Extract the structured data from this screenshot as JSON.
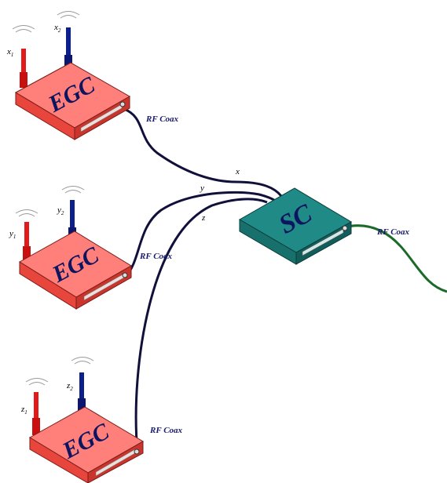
{
  "colors": {
    "egc_top": "#ff7f7a",
    "egc_side": "#e8453c",
    "sc_top": "#1f8a86",
    "sc_side": "#17706c",
    "antenna_red": "#e21a1a",
    "antenna_blue": "#0d1f8a",
    "cable_dark": "#10103a",
    "cable_green": "#1a6b2a",
    "label_text": "#0d1560"
  },
  "devices": {
    "egc_top": {
      "label": "EGC",
      "coax_label": "RF Coax",
      "antenna1": "x",
      "antenna1_sub": "1",
      "antenna2": "x",
      "antenna2_sub": "2"
    },
    "egc_mid": {
      "label": "EGC",
      "coax_label": "RF Coax",
      "antenna1": "y",
      "antenna1_sub": "1",
      "antenna2": "y",
      "antenna2_sub": "2"
    },
    "egc_bot": {
      "label": "EGC",
      "coax_label": "RF Coax",
      "antenna1": "z",
      "antenna1_sub": "1",
      "antenna2": "z",
      "antenna2_sub": "2"
    },
    "sc": {
      "label": "SC",
      "coax_label": "RF Coax"
    }
  },
  "signals": {
    "x": "x",
    "y": "y",
    "z": "z"
  }
}
